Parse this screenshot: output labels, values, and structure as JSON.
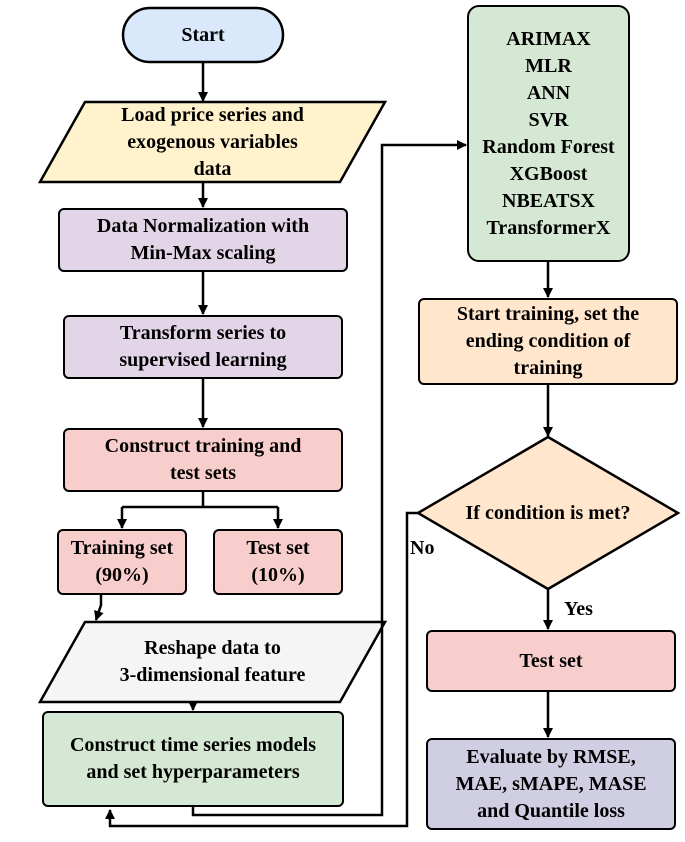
{
  "colors": {
    "start_fill": "#dae8fc",
    "input_fill": "#fff2cc",
    "purple_fill": "#e1d5e7",
    "pink_fill": "#f8cecc",
    "gray_fill": "#f5f5f5",
    "green_fill": "#d5e8d4",
    "orange_fill": "#ffe6cc",
    "lavender_fill": "#d0cee2",
    "line": "#000000"
  },
  "nodes": {
    "start": {
      "lines": [
        "Start"
      ]
    },
    "load_data": {
      "lines": [
        "Load price series and",
        "exogenous variables",
        "data"
      ]
    },
    "normalization": {
      "lines": [
        "Data Normalization with",
        "Min-Max scaling"
      ]
    },
    "transform": {
      "lines": [
        "Transform series to",
        "supervised learning"
      ]
    },
    "construct_sets": {
      "lines": [
        "Construct training and",
        "test sets"
      ]
    },
    "training_set": {
      "lines": [
        "Training set",
        "(90%)"
      ]
    },
    "test_set_split": {
      "lines": [
        "Test set",
        "(10%)"
      ]
    },
    "reshape": {
      "lines": [
        "Reshape data to",
        "3-dimensional feature"
      ]
    },
    "construct_models": {
      "lines": [
        "Construct time series models",
        "and set hyperparameters"
      ]
    },
    "models_list": {
      "lines": [
        "ARIMAX",
        "MLR",
        "ANN",
        "SVR",
        "Random Forest",
        "XGBoost",
        "NBEATSX",
        "TransformerX"
      ]
    },
    "start_training": {
      "lines": [
        "Start training, set the",
        "ending condition of",
        "training"
      ]
    },
    "decision": {
      "lines": [
        "If condition is met?"
      ]
    },
    "test_set_eval": {
      "lines": [
        "Test set"
      ]
    },
    "evaluate": {
      "lines": [
        "Evaluate by RMSE,",
        "MAE, sMAPE, MASE",
        "and Quantile loss"
      ]
    }
  },
  "edge_labels": {
    "no": "No",
    "yes": "Yes"
  }
}
